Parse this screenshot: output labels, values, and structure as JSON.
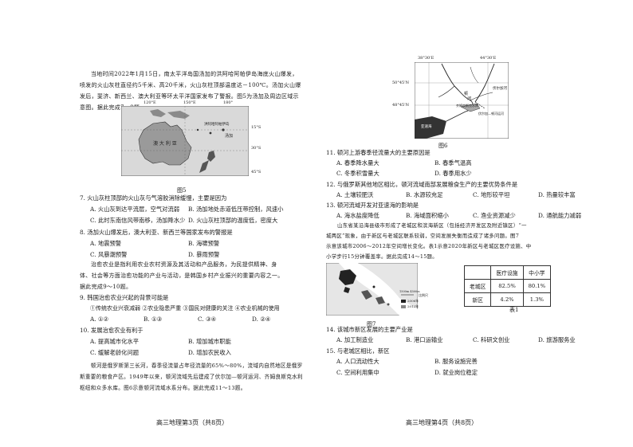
{
  "left": {
    "intro": [
      "当地时间2022年1月15日，南太平洋岛国汤加的洪阿哈阿帕伊岛海底火山爆发，",
      "喷发的火山灰柱直径约5千米、高20千米，火山灰柱顶部温度达－100℃。汤加火山爆",
      "发后，斐济、新西兰、澳大利亚等环太平洋国家发布了警报。图5为汤加及周边区域示",
      "意图。据此完成7～8题。"
    ],
    "fig5": {
      "caption": "图5",
      "top_labels": [
        "120°E",
        "150°E",
        "180°"
      ],
      "lat_labels": [
        "15°S",
        "30°S",
        "45°S"
      ],
      "place_labels": {
        "australia": "澳 大 利 亚",
        "tonga_island": "洪阿哈阿帕伊岛",
        "tonga": "汤加"
      }
    },
    "q7": {
      "stem": "7. 火山灰柱顶部的火山灰与气溶胶消除缓慢，主要是因为",
      "A": "A. 火山灰到达平流层，空气对流弱",
      "B": "B. 汤加地处赤道低压带控制，风速小",
      "C": "C. 此时东南信风带南移，汤加降水少",
      "D": "D. 火山灰柱顶部的温度低，密度大"
    },
    "q8": {
      "stem": "8. 汤加火山爆发后，澳大利亚、新西兰等国家发布的警报是",
      "A": "A. 地震预警",
      "B": "B. 海啸预警",
      "C": "C. 风暴潮预警",
      "D": "D. 暴雨预警"
    },
    "intro2": [
      "治愈农业是指利用农业农村资源及其活动和产品服务，为民提供精神、身",
      "体、社会等方面治愈功能的产业与活动，是韩国乡村产业振兴的重要内容之一。",
      "据此完成9～10题。"
    ],
    "q9": {
      "stem": "9. 韩国治愈农业兴起的背景可能是",
      "items": "①传统农业兴衰减弱  ②农业隐患严重  ③国民对健康的关注  ④农业机械的使用",
      "A": "A. ①②",
      "B": "B. ①③",
      "C": "C. ③④",
      "D": "D. ②④"
    },
    "q10": {
      "stem": "10. 发展治愈农业有利于",
      "A": "A. 提高城市化水平",
      "B": "B. 增加城市职能",
      "C": "C. 缓解老龄化问题",
      "D": "D. 增加农民收入"
    },
    "intro3": [
      "顿河是俄罗斯第三长河，春季径流量占年径流量的65%～80%，流域内自然地区是俄罗",
      "斯重要的粮食产区。1949年以来，顿河流域先后建成了伏尔加—顿河运河、齐姆良斯克水利",
      "枢纽和众多水库。图6示意顿河流域水系分布。据此完成11～13题。"
    ],
    "footer": "高三地理第3页（共8页）"
  },
  "right": {
    "fig6": {
      "caption": "图6",
      "lon_labels": [
        "38°30'E",
        "44°30'E"
      ],
      "lat_labels": [
        "50°45'N",
        "48°45'N"
      ],
      "place_labels": {
        "reservoir": "齐姆良斯克水库",
        "volga": "伏尔加河",
        "don": "顿",
        "he": "河",
        "canal": "伏尔加—顿河运河",
        "sea": "亚速海"
      }
    },
    "q11": {
      "stem": "11. 顿河上游春季径流量大的主要原因是",
      "A": "A. 春季降水量大",
      "B": "B. 春季气温高",
      "C": "C. 冬季积雪量大",
      "D": "D. 春季用水少"
    },
    "q12": {
      "stem": "12. 与俄罗斯其他地区相比，顿河流域南部发展粮食生产的主要优势条件是",
      "A": "A. 土壤较肥沃",
      "B": "B. 水源较充足",
      "C": "C. 地形较平坦",
      "D": "D. 热量较丰富"
    },
    "q13": {
      "stem": "13. 顿河流域开发对亚速海的影响是",
      "A": "A. 海水盐度降低",
      "B": "B. 海域面积缩小",
      "C": "C. 渔业资源减少",
      "D": "D. 通航能力减弱"
    },
    "intro4": [
      "山东省某沿海县级市形成了老城区和滨海新区（包括经济开发区及附近镇区）“一",
      "城两区”现象，由于新区与老城区联系较弱，空间发展失衡而造成了诸多问题。图7",
      "示意该城市2006～2012年空间增长变化。表1示意2020年新区与老城区医疗设施、中",
      "小学步行15分钟覆盖率。据此完成14～15题。"
    ],
    "fig7": {
      "caption": "图7",
      "legend": [
        "2006年",
        "2012年"
      ],
      "scale": "比例尺",
      "scale_text": "1500m 4500m"
    },
    "table1": {
      "caption": "表1",
      "headers": [
        "",
        "医疗设施",
        "中小学"
      ],
      "rows": [
        [
          "老城区",
          "82.5%",
          "80.1%"
        ],
        [
          "新区",
          "4.2%",
          "1.3%"
        ]
      ]
    },
    "q14": {
      "stem": "14. 该城市新区发展的主要产业是",
      "A": "A. 加工制造业",
      "B": "B. 港口运输业",
      "C": "C. 科研文创业",
      "D": "D. 旅游服务业"
    },
    "q15": {
      "stem": "15. 与老城区相比，新区",
      "A": "A. 人口流动性大",
      "B": "B. 服务设施完善",
      "C": "C. 空间利用集中",
      "D": "D. 就业岗位稳定"
    },
    "footer": "高三地理第4页（共8页）"
  }
}
